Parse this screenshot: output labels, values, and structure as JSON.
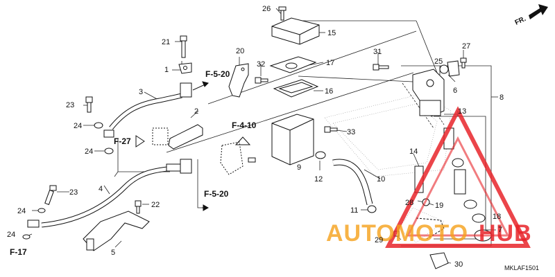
{
  "diagram": {
    "code": "MKLAF1501",
    "front_label": "FR.",
    "parts": [
      {
        "id": "p1",
        "label": "1"
      },
      {
        "id": "p2",
        "label": "2"
      },
      {
        "id": "p3",
        "label": "3"
      },
      {
        "id": "p4",
        "label": "4"
      },
      {
        "id": "p5",
        "label": "5"
      },
      {
        "id": "p6",
        "label": "6"
      },
      {
        "id": "p7",
        "label": "7"
      },
      {
        "id": "p8",
        "label": "8"
      },
      {
        "id": "p9",
        "label": "9"
      },
      {
        "id": "p10",
        "label": "10"
      },
      {
        "id": "p11",
        "label": "11"
      },
      {
        "id": "p12",
        "label": "12"
      },
      {
        "id": "p13",
        "label": "13"
      },
      {
        "id": "p14",
        "label": "14"
      },
      {
        "id": "p15",
        "label": "15"
      },
      {
        "id": "p16",
        "label": "16"
      },
      {
        "id": "p17",
        "label": "17"
      },
      {
        "id": "p18",
        "label": "18"
      },
      {
        "id": "p19",
        "label": "19"
      },
      {
        "id": "p20",
        "label": "20"
      },
      {
        "id": "p21",
        "label": "21"
      },
      {
        "id": "p22",
        "label": "22"
      },
      {
        "id": "p23a",
        "label": "23"
      },
      {
        "id": "p23b",
        "label": "23"
      },
      {
        "id": "p24a",
        "label": "24"
      },
      {
        "id": "p24b",
        "label": "24"
      },
      {
        "id": "p24c",
        "label": "24"
      },
      {
        "id": "p24d",
        "label": "24"
      },
      {
        "id": "p25",
        "label": "25"
      },
      {
        "id": "p26",
        "label": "26"
      },
      {
        "id": "p27",
        "label": "27"
      },
      {
        "id": "p28",
        "label": "28"
      },
      {
        "id": "p29",
        "label": "29"
      },
      {
        "id": "p30",
        "label": "30"
      },
      {
        "id": "p31",
        "label": "31"
      },
      {
        "id": "p32",
        "label": "32"
      },
      {
        "id": "p33",
        "label": "33"
      }
    ],
    "refs": [
      {
        "id": "r1",
        "label": "F-5-20"
      },
      {
        "id": "r2",
        "label": "F-27"
      },
      {
        "id": "r3",
        "label": "F-4-10"
      },
      {
        "id": "r4",
        "label": "F-5-20"
      },
      {
        "id": "r5",
        "label": "F-17"
      }
    ],
    "watermark": {
      "brand_a": "AUTOMOTO",
      "brand_b": "HUB",
      "color_red": "#e8242a",
      "color_orange": "#f6a11a"
    }
  }
}
